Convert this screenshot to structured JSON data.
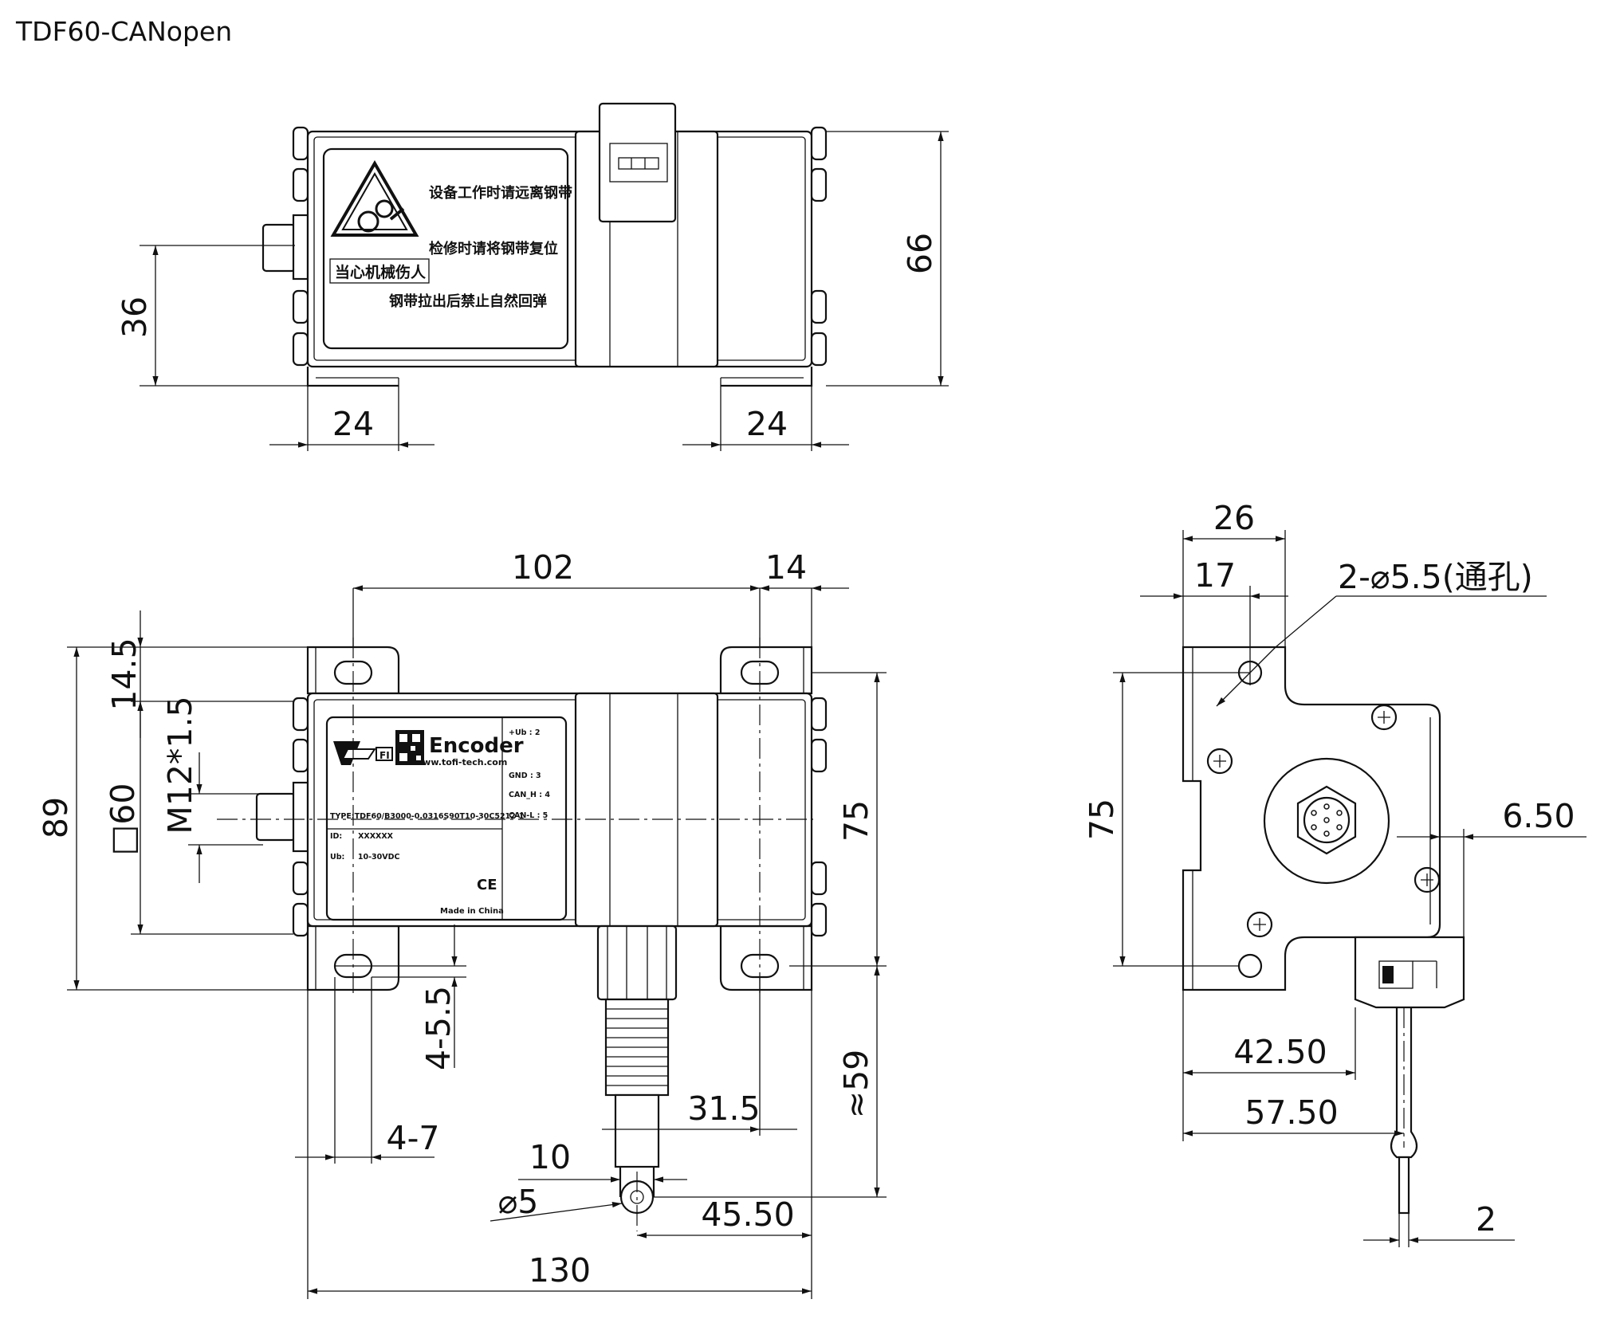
{
  "title": "TDF60-CANopen",
  "top_view": {
    "warning_lines": [
      "设备工作时请远离钢带",
      "检修时请将钢带复位",
      "钢带拉出后禁止自然回弹"
    ],
    "caution_label": "当心机械伤人",
    "dims": {
      "height_66": "66",
      "height_36": "36",
      "foot_left_24": "24",
      "foot_right_24": "24"
    }
  },
  "front_view": {
    "label": {
      "brand": "Encoder",
      "url": "www.tofi-tech.com",
      "logo_text": "FI",
      "type": "TYPE:TDF60/B3000-0.0316S90T10-30C5212-1",
      "id": "ID:      XXXXXX",
      "ub": "Ub:     10-30VDC",
      "ce": "CE",
      "made_in": "Made in China",
      "pins": [
        "+Ub  : 2",
        "GND  : 3",
        "CAN_H : 4",
        "CAN-L : 5"
      ]
    },
    "dims": {
      "d102": "102",
      "d14": "14",
      "d145": "14.5",
      "d89": "89",
      "d_sq60": "□60",
      "thread": "M12*1.5",
      "d75": "75",
      "d59": "≈59",
      "slot": "4-5.5",
      "slot_len": "4-7",
      "d315": "31.5",
      "d10": "10",
      "phi5": "⌀5",
      "d4550": "45.50",
      "d130": "130"
    }
  },
  "side_view": {
    "dims": {
      "d26": "26",
      "d17": "17",
      "holes": "2-⌀5.5(通孔)",
      "d75": "75",
      "d650": "6.50",
      "d4250": "42.50",
      "d5750": "57.50",
      "d2": "2"
    }
  }
}
